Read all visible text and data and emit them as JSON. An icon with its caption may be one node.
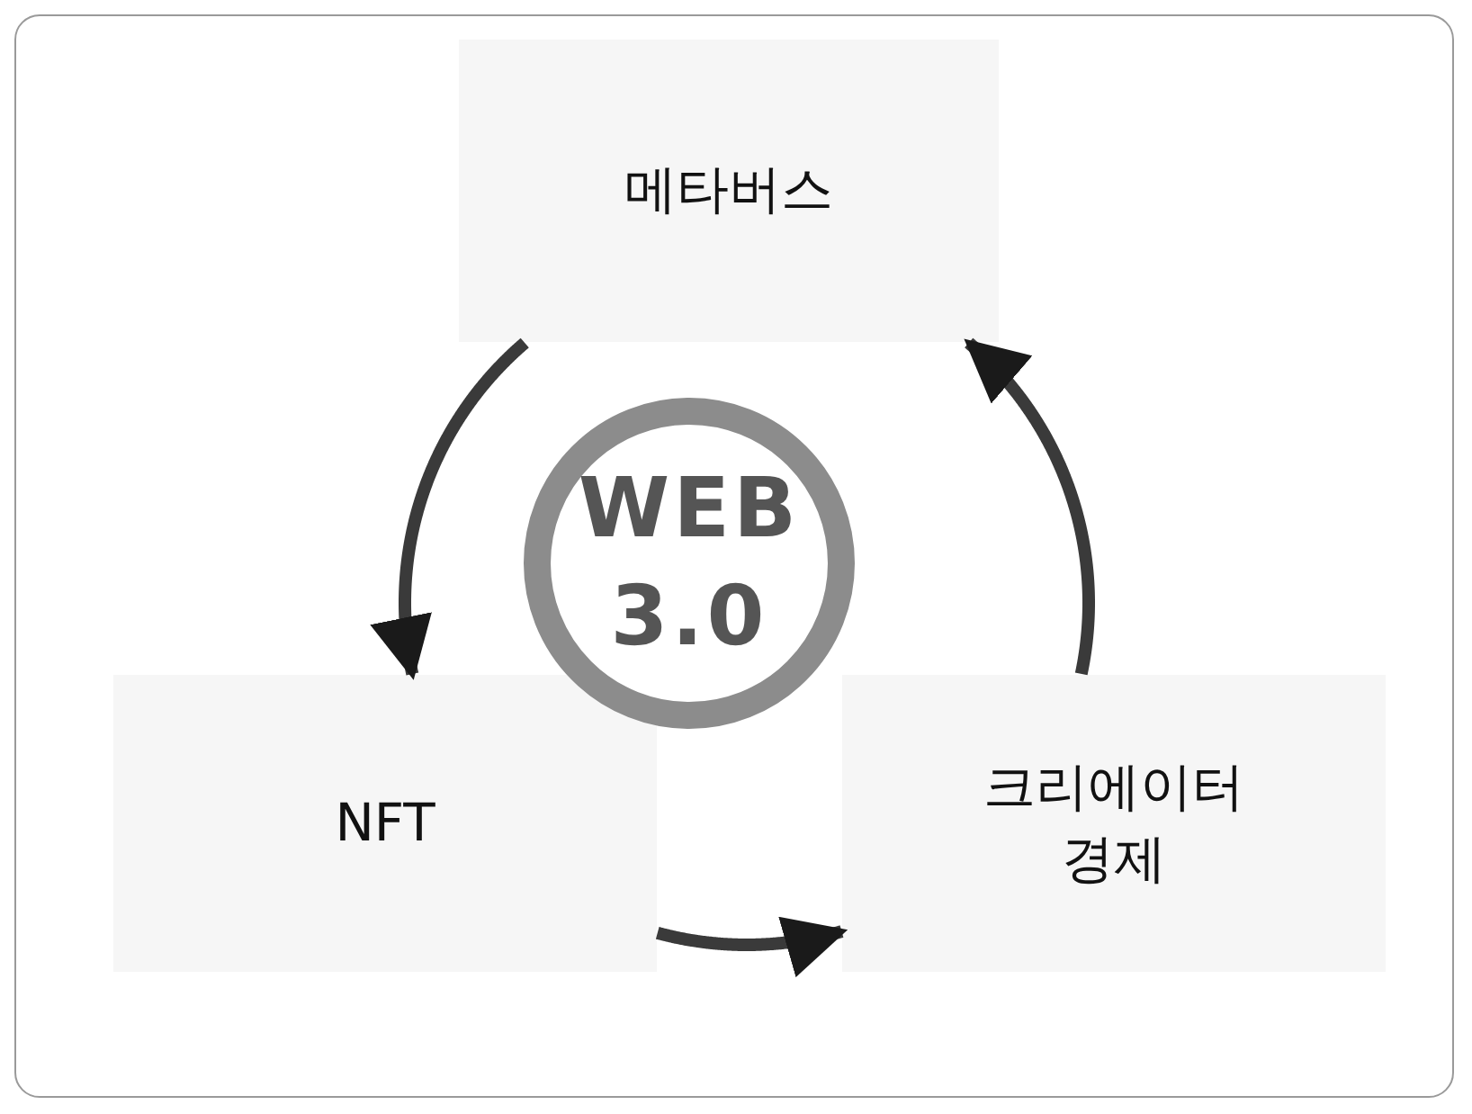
{
  "diagram": {
    "nodes": [
      {
        "text": [
          "메타버스"
        ]
      },
      {
        "text": [
          "WEB 3.0"
        ]
      },
      {
        "text": [
          "NFT"
        ]
      },
      {
        "text": [
          "크리에이터 경제"
        ]
      }
    ],
    "edges": [
      {
        "from": 3,
        "to": 0,
        "arrow": "to"
      },
      {
        "from": 0,
        "to": 2,
        "arrow": "to"
      },
      {
        "from": 2,
        "to": 3,
        "arrow": "to"
      }
    ]
  }
}
